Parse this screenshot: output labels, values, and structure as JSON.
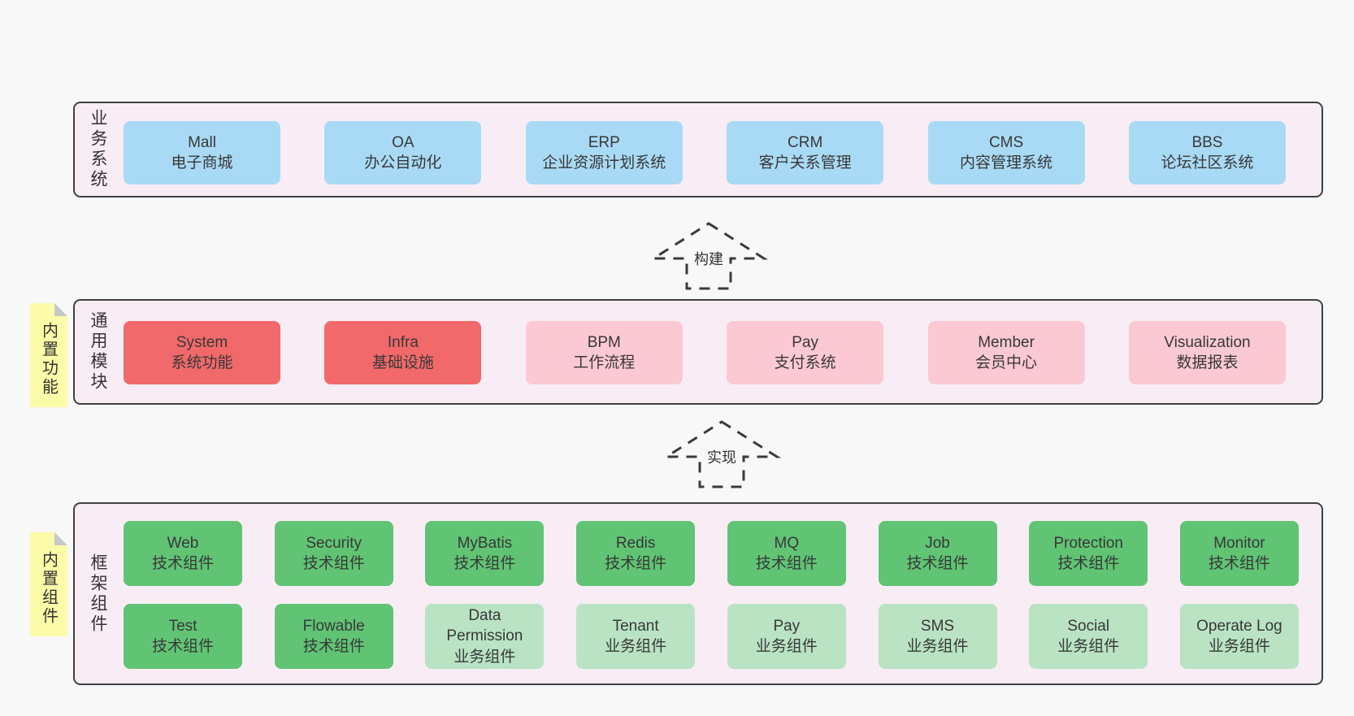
{
  "colors": {
    "page_bg": "#f8f8f8",
    "container_bg": "#f8edf5",
    "container_border": "#404040",
    "blue_box": "#a9daf5",
    "red_box": "#f1696b",
    "pink_box": "#fbc9d3",
    "green_box": "#60c474",
    "light_green_box": "#b9e3c3",
    "sticky_yellow": "#fbfba8",
    "fold_gray": "#c8c8c8",
    "text": "#3b3b3b"
  },
  "sections": {
    "business": {
      "label": "业务系统",
      "boxes": [
        {
          "en": "Mall",
          "zh": "电子商城"
        },
        {
          "en": "OA",
          "zh": "办公自动化"
        },
        {
          "en": "ERP",
          "zh": "企业资源计划系统"
        },
        {
          "en": "CRM",
          "zh": "客户关系管理"
        },
        {
          "en": "CMS",
          "zh": "内容管理系统"
        },
        {
          "en": "BBS",
          "zh": "论坛社区系统"
        }
      ]
    },
    "modules": {
      "label": "通用模块",
      "note": "内置功能",
      "boxes": [
        {
          "en": "System",
          "zh": "系统功能"
        },
        {
          "en": "Infra",
          "zh": "基础设施"
        },
        {
          "en": "BPM",
          "zh": "工作流程"
        },
        {
          "en": "Pay",
          "zh": "支付系统"
        },
        {
          "en": "Member",
          "zh": "会员中心"
        },
        {
          "en": "Visualization",
          "zh": "数据报表"
        }
      ]
    },
    "components": {
      "label": "框架组件",
      "note": "内置组件",
      "row1": [
        {
          "en": "Web",
          "zh": "技术组件"
        },
        {
          "en": "Security",
          "zh": "技术组件"
        },
        {
          "en": "MyBatis",
          "zh": "技术组件"
        },
        {
          "en": "Redis",
          "zh": "技术组件"
        },
        {
          "en": "MQ",
          "zh": "技术组件"
        },
        {
          "en": "Job",
          "zh": "技术组件"
        },
        {
          "en": "Protection",
          "zh": "技术组件"
        },
        {
          "en": "Monitor",
          "zh": "技术组件"
        }
      ],
      "row2": [
        {
          "en": "Test",
          "zh": "技术组件"
        },
        {
          "en": "Flowable",
          "zh": "技术组件"
        },
        {
          "en": "Data Permission",
          "zh": "业务组件"
        },
        {
          "en": "Tenant",
          "zh": "业务组件"
        },
        {
          "en": "Pay",
          "zh": "业务组件"
        },
        {
          "en": "SMS",
          "zh": "业务组件"
        },
        {
          "en": "Social",
          "zh": "业务组件"
        },
        {
          "en": "Operate Log",
          "zh": "业务组件"
        }
      ]
    }
  },
  "arrows": [
    {
      "label": "构建"
    },
    {
      "label": "实现"
    }
  ]
}
